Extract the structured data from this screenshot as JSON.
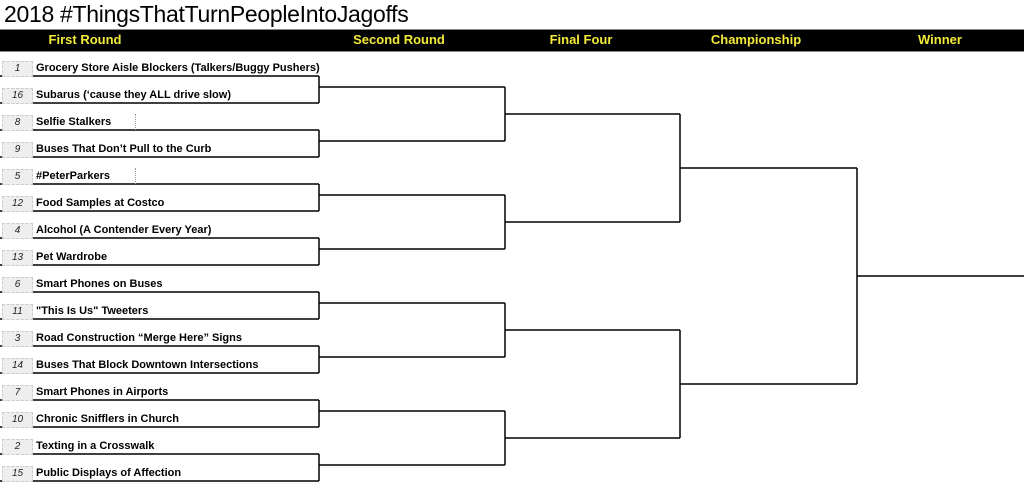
{
  "title": "2018 #ThingsThatTurnPeopleIntoJagoffs",
  "rounds": [
    "First Round",
    "Second Round",
    "Final Four",
    "Championship",
    "Winner"
  ],
  "colors": {
    "header_bg": "#000000",
    "header_text": "#f2e93a"
  },
  "entries": [
    {
      "seed": "1",
      "name": "Grocery Store Aisle Blockers (Talkers/Buggy Pushers)"
    },
    {
      "seed": "16",
      "name": "Subarus (‘cause they ALL drive slow)"
    },
    {
      "seed": "8",
      "name": "Selfie Stalkers"
    },
    {
      "seed": "9",
      "name": "Buses That Don’t Pull to the Curb"
    },
    {
      "seed": "5",
      "name": "#PeterParkers"
    },
    {
      "seed": "12",
      "name": "Food Samples at Costco"
    },
    {
      "seed": "4",
      "name": "Alcohol (A Contender Every Year)"
    },
    {
      "seed": "13",
      "name": "Pet Wardrobe"
    },
    {
      "seed": "6",
      "name": "Smart Phones on Buses"
    },
    {
      "seed": "11",
      "name": "\"This Is Us\" Tweeters"
    },
    {
      "seed": "3",
      "name": "Road Construction “Merge Here” Signs"
    },
    {
      "seed": "14",
      "name": "Buses That Block Downtown Intersections"
    },
    {
      "seed": "7",
      "name": "Smart Phones in Airports"
    },
    {
      "seed": "10",
      "name": "Chronic Snifflers in Church"
    },
    {
      "seed": "2",
      "name": "Texting in a Crosswalk"
    },
    {
      "seed": "15",
      "name": "Public Displays of Affection"
    }
  ]
}
